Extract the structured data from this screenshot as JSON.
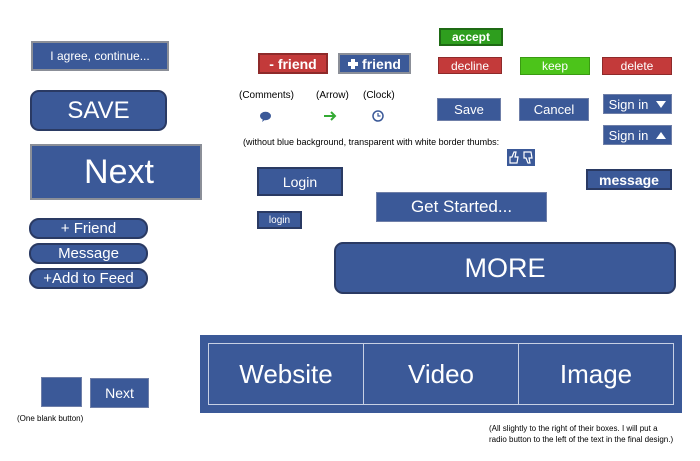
{
  "buttons": {
    "agree": "I agree, continue...",
    "save_big": "SAVE",
    "next_big": "Next",
    "plus_friend": "+ Friend",
    "message_pill": "Message",
    "add_to_feed": "+Add to Feed",
    "next_small": "Next",
    "minus_friend": "- friend",
    "plus_friend_box": "friend",
    "accept": "accept",
    "decline": "decline",
    "keep": "keep",
    "delete": "delete",
    "save": "Save",
    "cancel": "Cancel",
    "sign_in_down": "Sign in",
    "sign_in_up": "Sign in",
    "login": "Login",
    "login_small": "login",
    "get_started": "Get Started...",
    "message": "message",
    "more": "MORE"
  },
  "icon_labels": {
    "comments": "(Comments)",
    "arrow": "(Arrow)",
    "clock": "(Clock)"
  },
  "notes": {
    "thumbs": "(without blue background, transparent with white border thumbs:",
    "blank": "(One blank button)",
    "radio_line1": "(All slightly to the right of their boxes.  I will put a",
    "radio_line2": "radio button to the left of the text in the final design.)"
  },
  "media_tabs": [
    "Website",
    "Video",
    "Image"
  ],
  "colors": {
    "fb_blue": "#3b5998",
    "accept_green": "#2e9e1e",
    "keep_green": "#4cc41a",
    "decline_red": "#c33a3a",
    "arrow_green": "#33aa33"
  }
}
